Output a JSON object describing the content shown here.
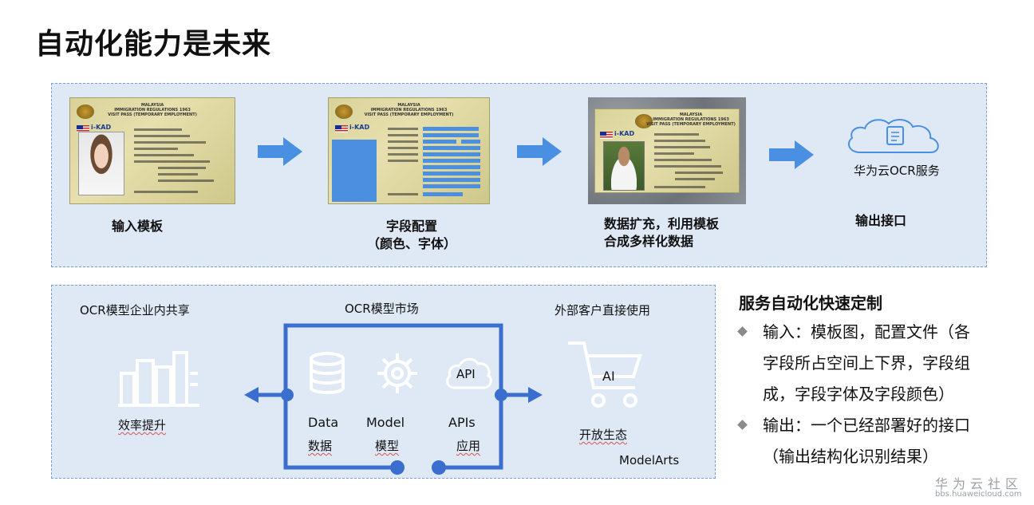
{
  "title": "自动化能力是未来",
  "flow": {
    "step1_label": "输入模板",
    "step2_label_line1": "字段配置",
    "step2_label_line2": "（颜色、字体）",
    "step3_label_line1": "数据扩充，利用模板",
    "step3_label_line2": "合成多样化数据",
    "step4_label": "输出接口",
    "cloud_service": "华为云OCR服务",
    "card_header_line1": "MALAYSIA",
    "card_header_line2": "IMMIGRATION REGULATIONS 1963",
    "card_header_line3": "VISIT PASS (TEMPORARY EMPLOYMENT)",
    "card_kad": "i-KAD"
  },
  "market": {
    "left_title": "OCR模型企业内共享",
    "left_caption": "效率提升",
    "center_title": "OCR模型市场",
    "right_title": "外部客户直接使用",
    "right_caption": "开放生态",
    "right_ai": "AI",
    "api_cloud_text": "API",
    "data_en": "Data",
    "data_cn": "数据",
    "model_en": "Model",
    "model_cn": "模型",
    "apis_en": "APIs",
    "apis_cn": "应用",
    "modelarts": "ModelArts"
  },
  "summary": {
    "heading": "服务自动化快速定制",
    "bullet1_line1": "输入：模板图，配置文件（各",
    "bullet1_line2": "字段所占空间上下界，字段组",
    "bullet1_line3": "成，字段字体及字段颜色）",
    "bullet2_line1": "输出：一个已经部署好的接口",
    "bullet2_line2": "（输出结构化识别结果）"
  },
  "watermark": {
    "cn": "华为云社区",
    "url": "bbs.huaweicloud.com"
  },
  "colors": {
    "panel_bg": "#dfe9f5",
    "arrow_blue": "#4a90e2",
    "frame_blue": "#3a6fd0",
    "mask_blue": "#4b8fe0"
  }
}
